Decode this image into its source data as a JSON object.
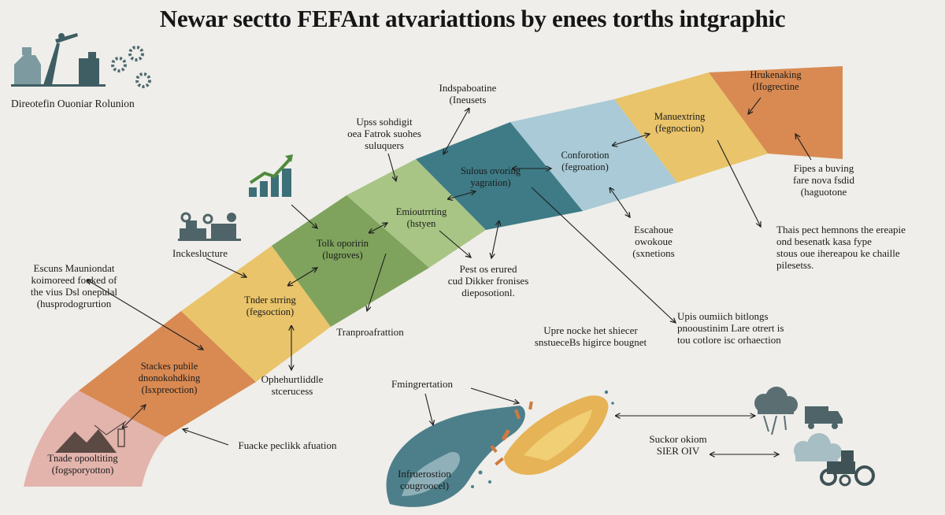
{
  "title": "Newar sectto FEFAnt atvariattions by enees torths intgraphic",
  "top_left_caption": "Direotefin Ouoniar Rolunion",
  "segments": [
    {
      "lines": [
        "Tnade opooltiting",
        "(fogsporyotton)"
      ],
      "color": "#e3b4ac"
    },
    {
      "lines": [
        "Stackes pubile",
        "dnonokohdking",
        "(Isxpreoction)"
      ],
      "color": "#d98a52"
    },
    {
      "lines": [
        "Tnder strring",
        "(fegsoction)"
      ],
      "color": "#e9c46a"
    },
    {
      "lines": [
        "Tolk oporirin",
        "(lugroves)"
      ],
      "color": "#7fa35c"
    },
    {
      "lines": [
        "Emioutrrting",
        "(hstyen"
      ],
      "color": "#a8c585"
    },
    {
      "lines": [
        "Sulous ovoring",
        "yagration)"
      ],
      "color": "#3e7b86"
    },
    {
      "lines": [
        "Conforotion",
        "(fegroation)"
      ],
      "color": "#a9cad6"
    },
    {
      "lines": [
        "Manuextring",
        "(fegnoction)"
      ],
      "color": "#e9c46a"
    },
    {
      "lines": [
        "Hrukenaking",
        "(Ifogrectine"
      ],
      "color": "#d98a52"
    }
  ],
  "annotations": [
    {
      "id": "indestucture",
      "lines": [
        "Inckeslucture"
      ]
    },
    {
      "id": "escuns",
      "lines": [
        "Escuns Mauniondat",
        "koimoreed fooked of",
        "the vius Dsl onepulal",
        "(husprodogrurtion"
      ]
    },
    {
      "id": "ups-sohdigit",
      "lines": [
        "Upss sohdigit",
        "oea Fatrok suohes",
        "suluquers"
      ]
    },
    {
      "id": "indspab",
      "lines": [
        "Indspaboatine",
        "(Ineusets"
      ]
    },
    {
      "id": "transport",
      "lines": [
        "Tranproafrattion"
      ]
    },
    {
      "id": "ophenuldille",
      "lines": [
        "Ophehurtliddle",
        "stcerucess"
      ]
    },
    {
      "id": "pest",
      "lines": [
        "Pest os erured",
        "cud Dikker fronises",
        "dieposotionl."
      ]
    },
    {
      "id": "escahoue",
      "lines": [
        "Escahoue",
        "owokoue",
        "(sxnetions"
      ]
    },
    {
      "id": "fipes",
      "lines": [
        "Fipes a buving",
        "fare nova fsdid",
        "(haguotone"
      ]
    },
    {
      "id": "thais",
      "lines": [
        "Thais pect hemnons the ereapie",
        "ond besenatk kasa fype",
        "stous oue ihereapou ke chaille",
        "pilesetss."
      ]
    },
    {
      "id": "upre",
      "lines": [
        "Upre nocke het shiecer",
        "snstueceBs higirce bougnet"
      ]
    },
    {
      "id": "upis",
      "lines": [
        "Upis oumiich bitlongs",
        "pnooustinim Lare otrert is",
        "tou cotlore isc orhaection"
      ]
    },
    {
      "id": "fmingr",
      "lines": [
        "Fmingrertation"
      ]
    },
    {
      "id": "fuacke",
      "lines": [
        "Fuacke peclikk afuation"
      ]
    },
    {
      "id": "infrer",
      "lines": [
        "Infruerostion",
        "cougroocel)"
      ]
    },
    {
      "id": "suckor",
      "lines": [
        "Suckor okiom",
        "SIER OIV"
      ]
    }
  ],
  "icons": [
    "factory-icon",
    "gears-icon",
    "growth-chart-icon",
    "machinery-icon",
    "mountain-icon",
    "storm-cloud-icon",
    "truck-icon",
    "tractor-icon"
  ]
}
